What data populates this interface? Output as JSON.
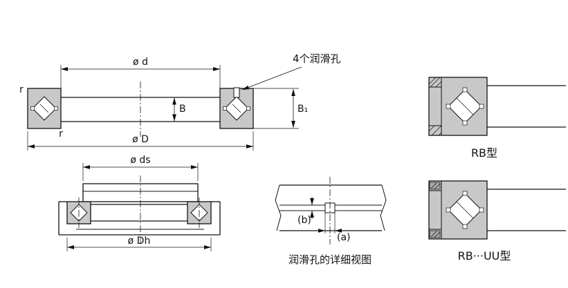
{
  "labels": {
    "main_view": {
      "inner_dia": "ø d",
      "outer_dia": "ø D",
      "width": "B",
      "outer_width": "B₁",
      "fillet_top": "r",
      "fillet_bottom": "r",
      "lube_note": "4个润滑孔"
    },
    "mount_view": {
      "shaft_dia": "ø ds",
      "housing_dia": "ø Dh"
    },
    "detail_view": {
      "dim_b": "(b)",
      "dim_a": "(a)",
      "caption": "润滑孔的详细视图"
    },
    "type_views": {
      "rb": "RB型",
      "rb_uu": "RB···UU型"
    }
  },
  "colors": {
    "line": "#111111",
    "section_fill": "#c8c8c8",
    "background": "#ffffff"
  }
}
